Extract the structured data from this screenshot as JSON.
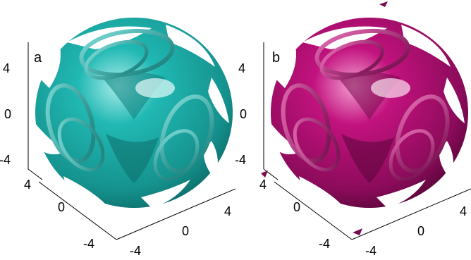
{
  "panels": [
    {
      "label": "a",
      "surface_color": "#21b8b3",
      "surface_dark": "#0d6e6b",
      "surface_highlight": "#a9ecea",
      "z_ticks": [
        "4",
        "0",
        "-4"
      ],
      "x_ticks": [
        "4",
        "0",
        "-4"
      ],
      "y_ticks": [
        "-4",
        "0",
        "4"
      ]
    },
    {
      "label": "b",
      "surface_color": "#c2127e",
      "surface_dark": "#5a063a",
      "surface_highlight": "#f39fd2",
      "z_ticks": [
        "4",
        "0",
        "-4"
      ],
      "x_ticks": [
        "4",
        "0",
        "-4"
      ],
      "y_ticks": [
        "-4",
        "0",
        "4"
      ]
    }
  ]
}
